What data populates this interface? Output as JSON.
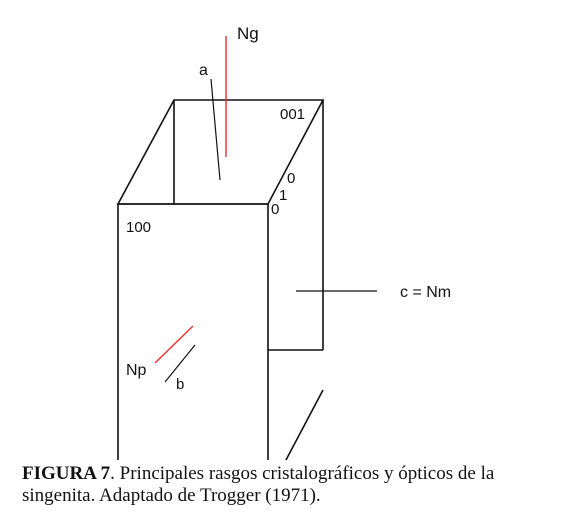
{
  "diagram": {
    "labels": {
      "ng": "Ng",
      "a": "a",
      "face_001": "001",
      "face_010_0": "0",
      "face_010_1": "1",
      "face_010_2": "0",
      "face_100": "100",
      "c_nm": "c = Nm",
      "np": "Np",
      "b": "b"
    },
    "colors": {
      "edges": "#111111",
      "optic_axis": "#e8302e"
    }
  },
  "caption": {
    "label": "FIGURA 7",
    "text": ". Principales rasgos cristalográficos y ópticos de la singenita. Adaptado de Trogger (1971)."
  }
}
